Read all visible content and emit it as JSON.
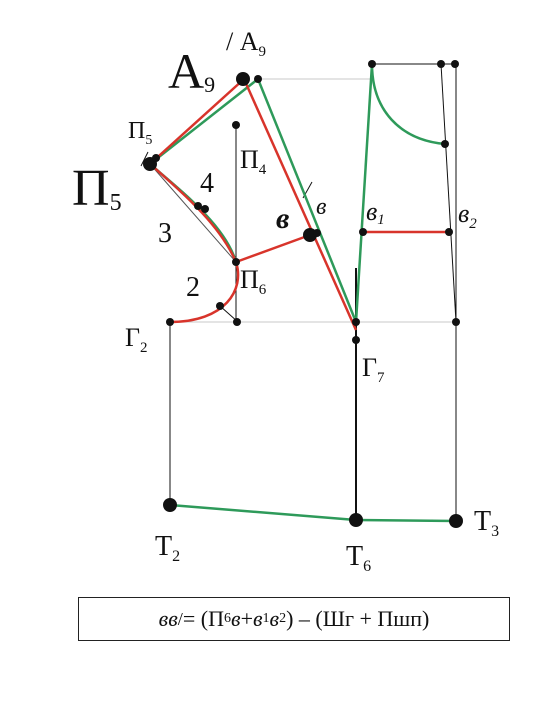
{
  "colors": {
    "red": "#d8342b",
    "green": "#2e9a5a",
    "black": "#111111",
    "grey": "#b8b8b8"
  },
  "labels": {
    "a9_big": "А",
    "a9_big_sub": "9",
    "a9_prime": "/ А",
    "a9_prime_sub": "9",
    "p5_small": "П",
    "p5_small_sub": "5",
    "p5_small_mark": "/",
    "p5_big": "П",
    "p5_big_sub": "5",
    "p4": "П",
    "p4_sub": "4",
    "num4": "4",
    "num3": "3",
    "num2": "2",
    "p6": "П",
    "p6_sub": "6",
    "g2": "Г",
    "g2_sub": "2",
    "g7": "Г",
    "g7_sub": "7",
    "v_bold": "в",
    "v_prime": "в",
    "v1": "в",
    "v1_sub": "1",
    "v2": "в",
    "v2_sub": "2",
    "t2": "Т",
    "t2_sub": "2",
    "t6": "Т",
    "t6_sub": "6",
    "t3": "Т",
    "t3_sub": "3"
  },
  "formula": {
    "lhs": "вв",
    "prime": "/",
    "eq": " = (П",
    "s6": "6",
    "v": "в",
    "plus": " + ",
    "v1": "в",
    "s1": "1",
    "v2": "в",
    "s2": "2",
    "rest": ") – (Шг + Пшп)"
  }
}
